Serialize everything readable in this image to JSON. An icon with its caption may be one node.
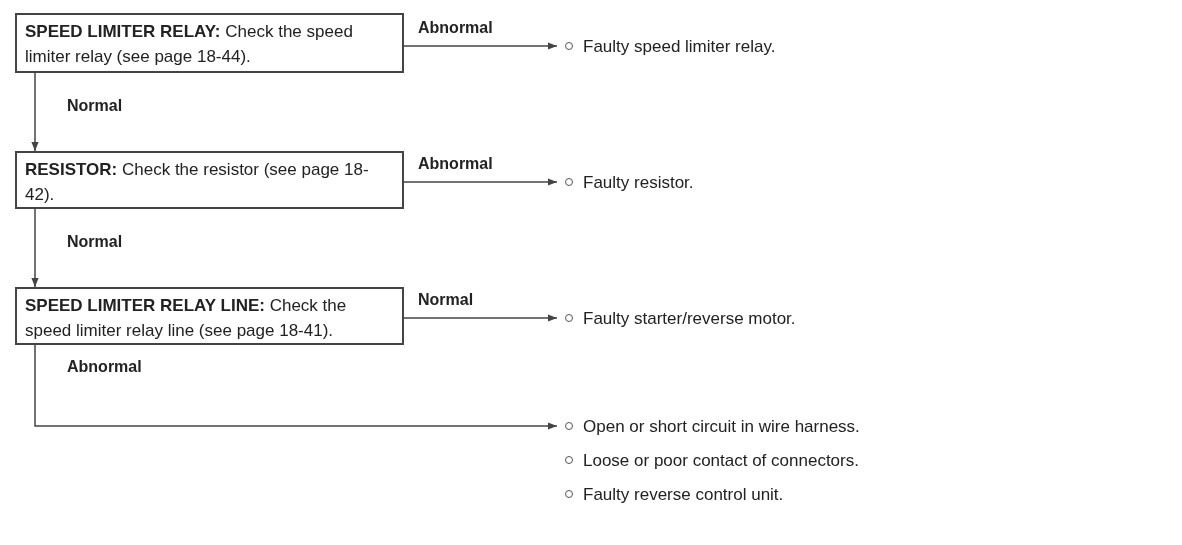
{
  "diagram": {
    "nodes": [
      {
        "text": [
          "**SPEED LIMITER RELAY:** Check the speed limiter relay (see page 18-44)."
        ]
      },
      {
        "text": [
          "Faulty speed limiter relay."
        ]
      },
      {
        "text": [
          "**RESISTOR:** Check the resistor (see page 18-42)."
        ]
      },
      {
        "text": [
          "Faulty resistor."
        ]
      },
      {
        "text": [
          "**SPEED LIMITER RELAY LINE:** Check the speed limiter relay line (see page 18-41)."
        ]
      },
      {
        "text": [
          "Faulty starter/reverse motor."
        ]
      },
      {
        "text": [
          "Open or short circuit in wire harness.",
          "Loose or poor contact of connectors.",
          "Faulty reverse control unit."
        ]
      }
    ],
    "edges": [
      {
        "from": 0,
        "to": 1,
        "arrow": "to",
        "label": "Abnormal"
      },
      {
        "from": 0,
        "to": 2,
        "arrow": "to",
        "label": "Normal"
      },
      {
        "from": 2,
        "to": 3,
        "arrow": "to",
        "label": "Abnormal"
      },
      {
        "from": 2,
        "to": 4,
        "arrow": "to",
        "label": "Normal"
      },
      {
        "from": 4,
        "to": 5,
        "arrow": "to",
        "label": "Normal"
      },
      {
        "from": 4,
        "to": 6,
        "arrow": "to",
        "label": "Abnormal"
      }
    ]
  }
}
